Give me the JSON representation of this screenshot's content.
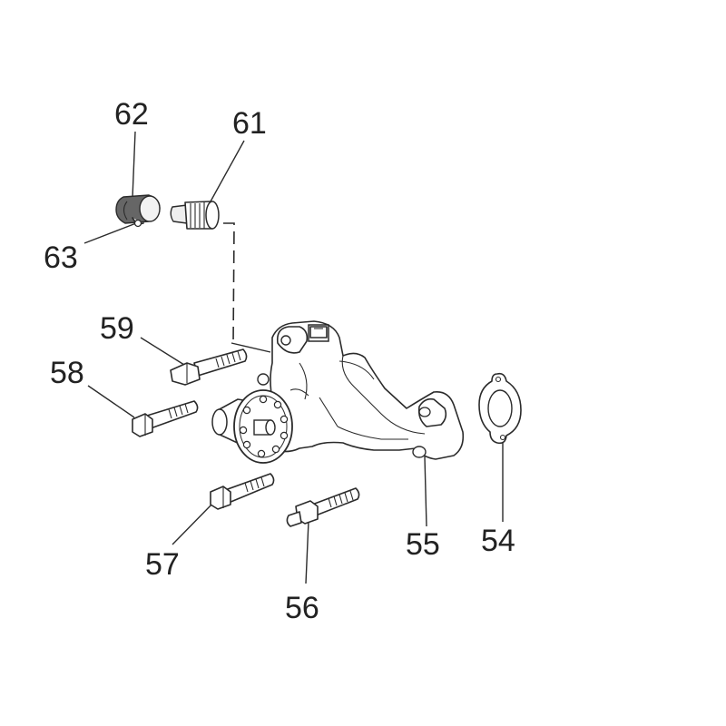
{
  "diagram": {
    "callouts": {
      "c54": "54",
      "c55": "55",
      "c56": "56",
      "c57": "57",
      "c58": "58",
      "c59": "59",
      "c61": "61",
      "c62": "62",
      "c63": "63"
    }
  }
}
